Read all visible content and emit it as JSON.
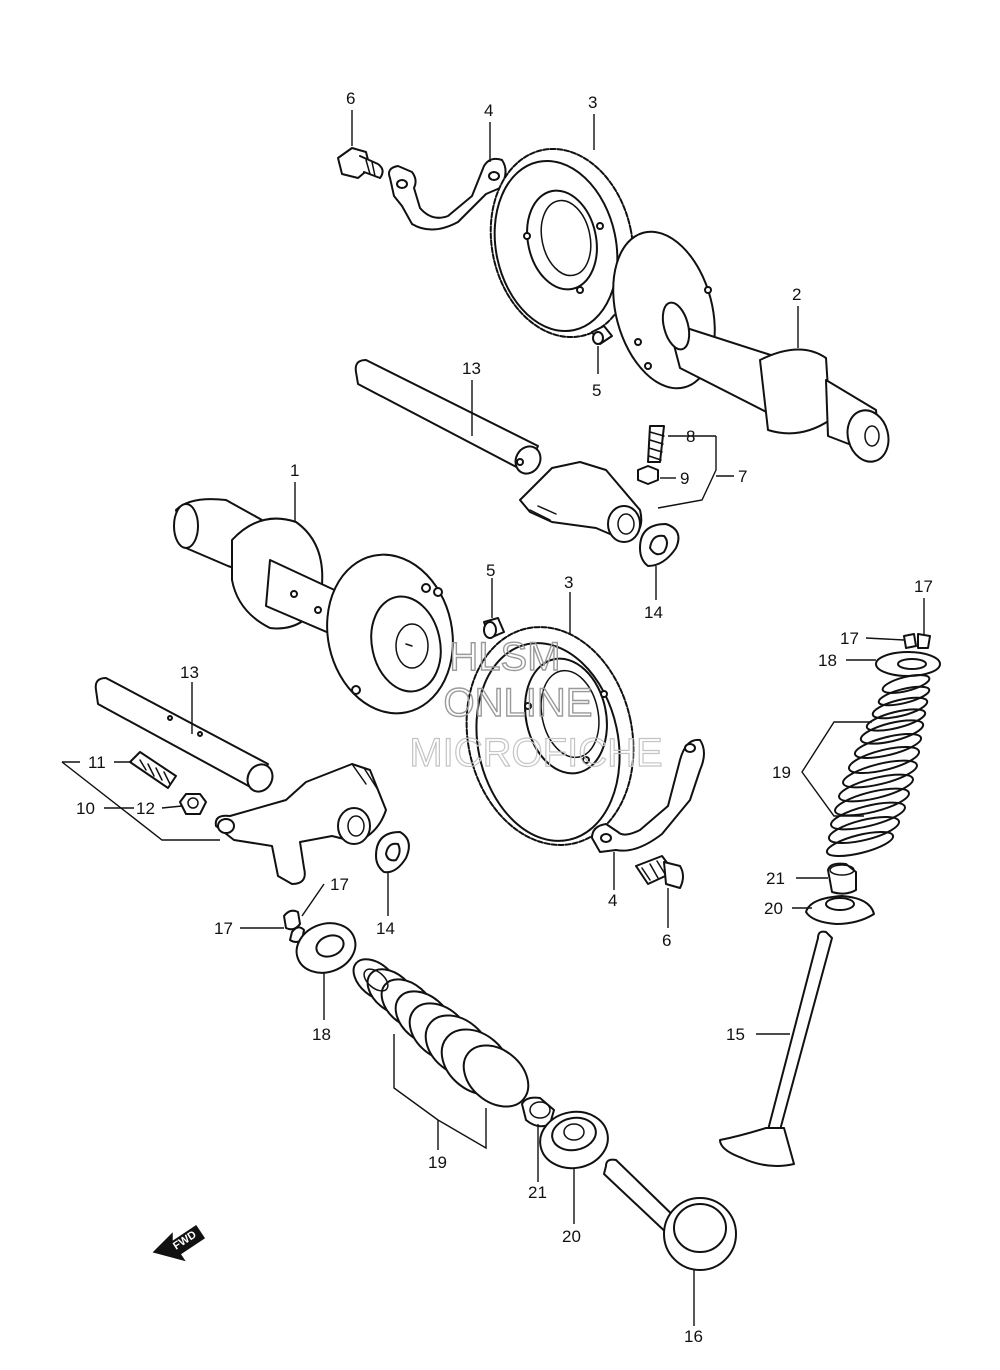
{
  "diagram": {
    "callouts": {
      "c1": "1",
      "c2": "2",
      "c3a": "3",
      "c3b": "3",
      "c4a": "4",
      "c4b": "4",
      "c5a": "5",
      "c5b": "5",
      "c6a": "6",
      "c6b": "6",
      "c7": "7",
      "c8": "8",
      "c9": "9",
      "c10": "10",
      "c11": "11",
      "c12": "12",
      "c13a": "13",
      "c13b": "13",
      "c14a": "14",
      "c14b": "14",
      "c15": "15",
      "c16": "16",
      "c17a": "17",
      "c17b": "17",
      "c17c": "17",
      "c17d": "17",
      "c18a": "18",
      "c18b": "18",
      "c19a": "19",
      "c19b": "19",
      "c20a": "20",
      "c20b": "20",
      "c21a": "21",
      "c21b": "21"
    },
    "watermark": {
      "line1": "HLSM",
      "line2": "ONLINE",
      "line3": "MICROFICHE"
    },
    "fwd_label": "FWD"
  }
}
